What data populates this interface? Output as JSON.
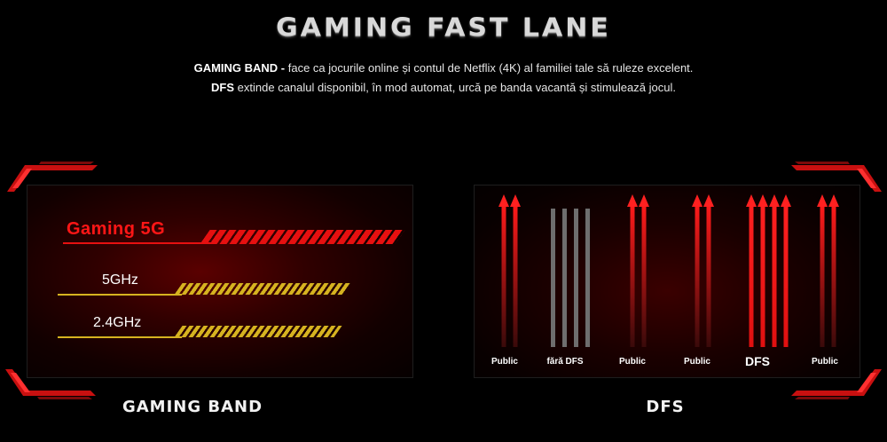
{
  "header": {
    "title": "GAMING FAST LANE",
    "line1_bold": "GAMING BAND -",
    "line1_rest": " face ca jocurile online și contul de Netflix (4K) al familiei tale să ruleze excelent.",
    "line2_bold": "DFS",
    "line2_rest": " extinde canalul disponibil, în mod automat, urcă pe banda vacantă și stimulează jocul."
  },
  "gaming_band": {
    "caption": "GAMING BAND",
    "bands": [
      {
        "label": "Gaming 5G",
        "color": "#ff1616"
      },
      {
        "label": "5GHz",
        "color": "#d6b320"
      },
      {
        "label": "2.4GHz",
        "color": "#d6b320"
      }
    ]
  },
  "dfs": {
    "caption": "DFS",
    "channels": [
      {
        "label": "Public",
        "arrows": 2,
        "style": "red-arrow"
      },
      {
        "label": "fără DFS",
        "arrows": 4,
        "style": "gray-bar"
      },
      {
        "label": "Public",
        "arrows": 2,
        "style": "red-arrow"
      },
      {
        "label": "Public",
        "arrows": 2,
        "style": "red-arrow"
      },
      {
        "label": "DFS",
        "arrows": 4,
        "style": "bright-red-arrow"
      },
      {
        "label": "Public",
        "arrows": 2,
        "style": "red-arrow"
      }
    ]
  },
  "colors": {
    "accent_red": "#e61010",
    "gold": "#d6b320",
    "background": "#000000"
  }
}
